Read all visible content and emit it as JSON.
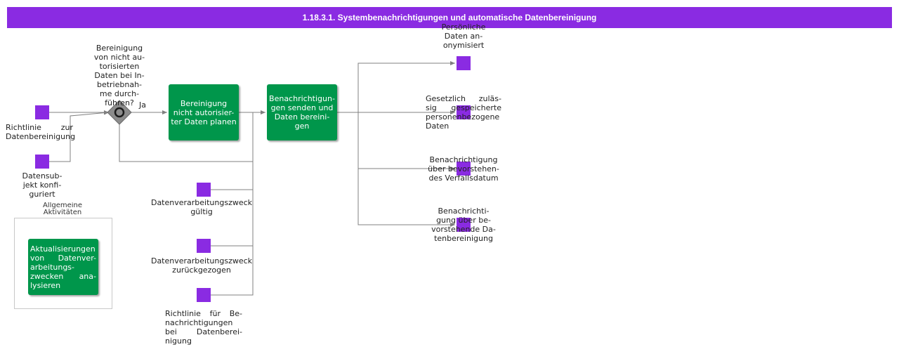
{
  "title": "1.18.3.1. Systembenachrichtigungen und automatische Datenbereinigung",
  "gateway": {
    "question": "Bereinigung von nicht au- torisierten Daten bei In- betriebnah- me durch- führen?",
    "yes_label": "Ja"
  },
  "tasks": {
    "plan": "Bereinigung nicht autorisier- ter Daten planen",
    "notify": "Benachrichtigun- gen senden und Daten bereini- gen",
    "analyse": "Aktualisierungen von Datenver- arbeitungs- zwecken ana- lysieren"
  },
  "events": {
    "richtlinie_bereinigung": "Richtlinie zur Datenbereinigung",
    "datensubjekt": "Datensub- jekt konfi- guriert",
    "zweck_gueltig": "Datenverarbeitungszweck gültig",
    "zweck_zurueck": "Datenverarbeitungszweck zurückgezogen",
    "richtlinie_benachrichtigung": "Richtlinie für Be- nachrichtigungen bei Datenberei- nigung",
    "anonymisiert": "Persönliche Daten an- onymisiert",
    "gespeichert": "Gesetzlich zuläs- sig gespeicherte personenbezogene Daten",
    "verfall": "Benachrichtigung über bevorstehen- des Verfallsdatum",
    "bereinigung_notice": "Benachrichti- gung über be- vorstehende Da- tenbereinigung"
  },
  "group_label": "Allgemeine Aktivitäten",
  "colors": {
    "accent": "#8a2be2",
    "task": "#00964b",
    "line": "#808080"
  }
}
